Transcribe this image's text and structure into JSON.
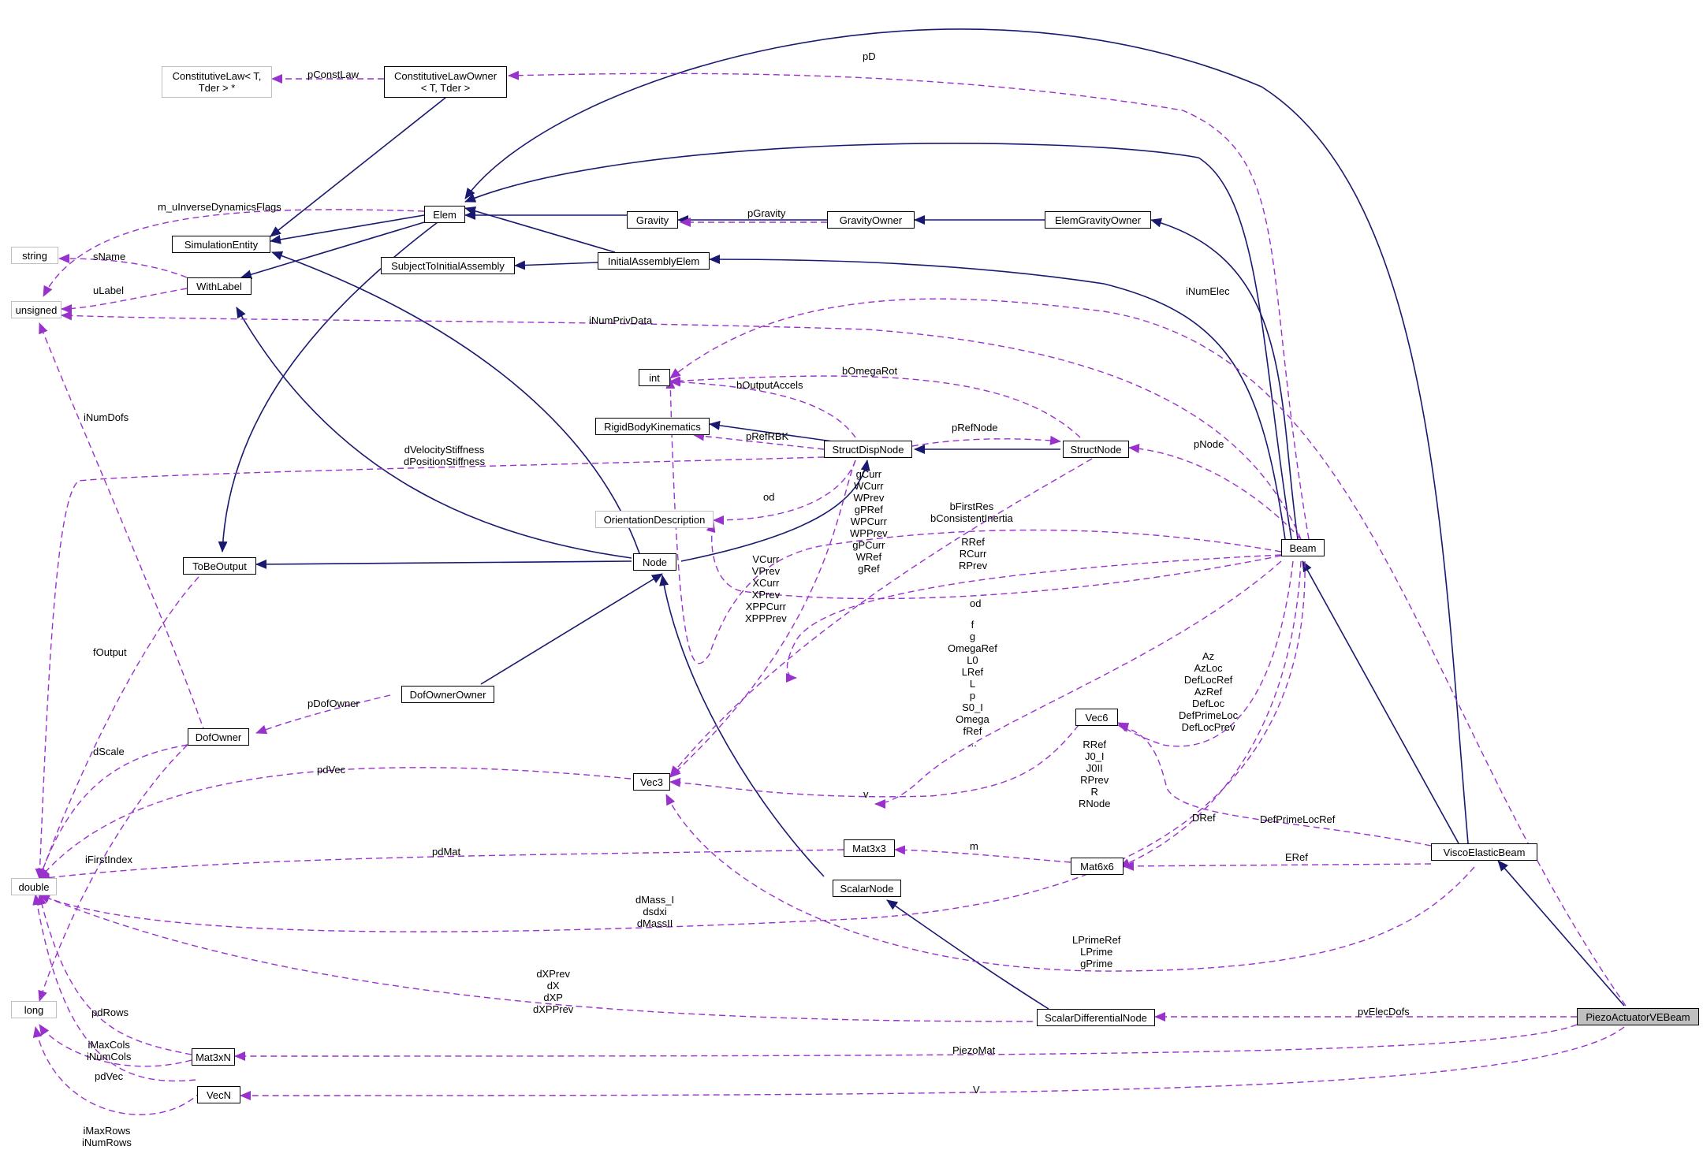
{
  "colors": {
    "inherit": "#191970",
    "usage": "#9932cc",
    "focus_fill": "#bfbfbf",
    "external_border": "#bfbfbf"
  },
  "nodes": {
    "ConstitutiveLaw": "ConstitutiveLaw< T,\nTder > *",
    "ConstitutiveLawOwner": "ConstitutiveLawOwner\n< T, Tder >",
    "Elem": "Elem",
    "SimulationEntity": "SimulationEntity",
    "string": "string",
    "unsigned": "unsigned",
    "WithLabel": "WithLabel",
    "SubjectToInitialAssembly": "SubjectToInitialAssembly",
    "Gravity": "Gravity",
    "GravityOwner": "GravityOwner",
    "ElemGravityOwner": "ElemGravityOwner",
    "InitialAssemblyElem": "InitialAssemblyElem",
    "int": "int",
    "RigidBodyKinematics": "RigidBodyKinematics",
    "StructDispNode": "StructDispNode",
    "StructNode": "StructNode",
    "OrientationDescription": "OrientationDescription",
    "ToBeOutput": "ToBeOutput",
    "Node": "Node",
    "Beam": "Beam",
    "DofOwnerOwner": "DofOwnerOwner",
    "DofOwner": "DofOwner",
    "Vec6": "Vec6",
    "Vec3": "Vec3",
    "Mat3x3": "Mat3x3",
    "Mat6x6": "Mat6x6",
    "double": "double",
    "ScalarNode": "ScalarNode",
    "ViscoElasticBeam": "ViscoElasticBeam",
    "long": "long",
    "ScalarDifferentialNode": "ScalarDifferentialNode",
    "PiezoActuatorVEBeam": "PiezoActuatorVEBeam",
    "Mat3xN": "Mat3xN",
    "VecN": "VecN"
  },
  "labels": {
    "pD": "pD",
    "pConstLaw": "pConstLaw",
    "m_uInverseDynamicsFlags": "m_uInverseDynamicsFlags",
    "pGravity": "pGravity",
    "sName": "sName",
    "uLabel": "uLabel",
    "iNumElec": "iNumElec",
    "iNumPrivData": "iNumPrivData",
    "bOmegaRot": "bOmegaRot",
    "bOutputAccels": "bOutputAccels",
    "iNumDofs": "iNumDofs",
    "pRefRBK": "pRefRBK",
    "pRefNode": "pRefNode",
    "pNode": "pNode",
    "dStiffness": "dVelocityStiffness\ndPositionStiffness",
    "gCurr": "gCurr\nWCurr\nWPrev\ngPRef\nWPCurr\nWPPrev\ngPCurr\nWRef\ngRef",
    "od1": "od",
    "bFirstRes": "bFirstRes\nbConsistentInertia",
    "RRef1": "RRef\nRCurr\nRPrev",
    "VCurr": "VCurr\nVPrev\nXCurr\nXPrev\nXPPCurr\nXPPPrev",
    "od2": "od",
    "fOutput": "fOutput",
    "fList": "f\ng\nOmegaRef\nL0\nLRef\nL\np\nS0_I\nOmega\nfRef\n...",
    "AzList": "Az\nAzLoc\nDefLocRef\nAzRef\nDefLoc\nDefPrimeLoc\nDefLocPrev",
    "pDofOwner": "pDofOwner",
    "dScale": "dScale",
    "pdVec1": "pdVec",
    "RRefList": "RRef\nJ0_I\nJ0II\nRPrev\nR\nRNode",
    "v": "v",
    "DRef": "DRef",
    "DefPrimeLocRef": "DefPrimeLocRef",
    "pdMat": "pdMat",
    "m": "m",
    "iFirstIndex": "iFirstIndex",
    "ERef": "ERef",
    "dMass": "dMass_I\ndsdxi\ndMassII",
    "LPrime": "LPrimeRef\nLPrime\ngPrime",
    "dXPrev": "dXPrev\ndX\ndXP\ndXPPrev",
    "pvElecDofs": "pvElecDofs",
    "pdRows": "pdRows",
    "iMaxCols": "iMaxCols\niNumCols",
    "PiezoMat": "PiezoMat",
    "pdVec2": "pdVec",
    "V": "V",
    "iMaxRows": "iMaxRows\niNumRows"
  }
}
